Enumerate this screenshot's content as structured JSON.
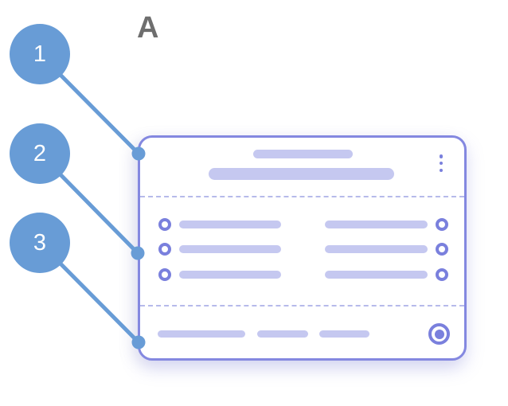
{
  "figure": {
    "label": "A"
  },
  "callouts": [
    {
      "number": "1"
    },
    {
      "number": "2"
    },
    {
      "number": "3"
    }
  ],
  "card": {
    "header": {
      "title_placeholder": "",
      "subtitle_placeholder": "",
      "menu_icon": "kebab-menu-icon"
    },
    "body": {
      "columns": 2,
      "rows_per_column": 3,
      "row_marker_icon": "radio-icon"
    },
    "footer": {
      "placeholder_bars": 3,
      "action_icon": "target-radio-icon"
    }
  },
  "colors": {
    "callout_blue": "#689cd6",
    "card_border": "#8488e0",
    "placeholder_lavender": "#c5c8f0",
    "accent_purple": "#7a80dd",
    "divider_dash": "#b6baea",
    "label_gray": "#6e6e6e",
    "background": "#ffffff"
  }
}
